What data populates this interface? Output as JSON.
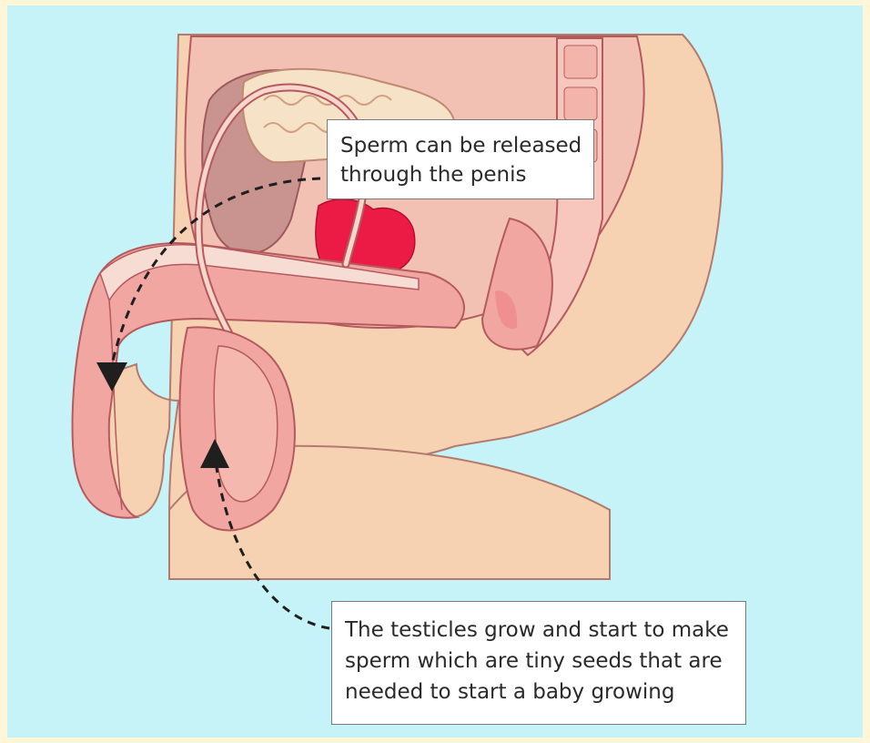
{
  "labels": {
    "sperm_release": {
      "line1": "Sperm can be released",
      "line2": "through the penis"
    },
    "testicles": {
      "line1": "The testicles grow and start to make",
      "line2": "sperm which are tiny seeds that are",
      "line3": "needed to start a baby growing"
    }
  },
  "colors": {
    "background_outer": "#fdf6d8",
    "background_inner": "#c6f3f8",
    "skin": "#f6d2b2",
    "tissue_pink": "#f1a6a2",
    "tissue_light": "#f7c6bc",
    "gland_red": "#ec1b45",
    "outline": "#b45a5e",
    "arrow": "#1f1f1f"
  },
  "icons": {
    "arrow_down": "triangle-down",
    "arrow_up": "triangle-up"
  }
}
